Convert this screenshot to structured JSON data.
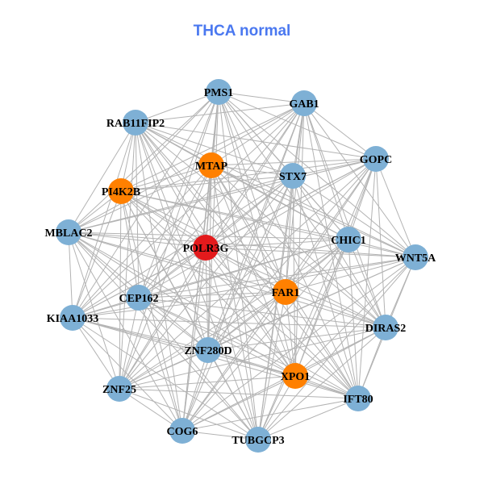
{
  "title": "THCA normal",
  "colors": {
    "default": "#7eb0d5",
    "highlight": "#ff8000",
    "hub": "#e31a1c",
    "edge": "#b3b3b3"
  },
  "nodes": [
    {
      "id": "PMS1",
      "group": "default"
    },
    {
      "id": "GAB1",
      "group": "default"
    },
    {
      "id": "GOPC",
      "group": "default"
    },
    {
      "id": "STX7",
      "group": "default"
    },
    {
      "id": "MTAP",
      "group": "highlight"
    },
    {
      "id": "RAB11FIP2",
      "group": "default"
    },
    {
      "id": "PI4K2B",
      "group": "highlight"
    },
    {
      "id": "MBLAC2",
      "group": "default"
    },
    {
      "id": "POLR3G",
      "group": "hub"
    },
    {
      "id": "CHIC1",
      "group": "default"
    },
    {
      "id": "WNT5A",
      "group": "default"
    },
    {
      "id": "CEP162",
      "group": "default"
    },
    {
      "id": "FAR1",
      "group": "highlight"
    },
    {
      "id": "KIAA1033",
      "group": "default"
    },
    {
      "id": "DIRAS2",
      "group": "default"
    },
    {
      "id": "ZNF280D",
      "group": "default"
    },
    {
      "id": "XPO1",
      "group": "highlight"
    },
    {
      "id": "ZNF25",
      "group": "default"
    },
    {
      "id": "IFT80",
      "group": "default"
    },
    {
      "id": "COG6",
      "group": "default"
    },
    {
      "id": "TUBGCP3",
      "group": "default"
    }
  ]
}
